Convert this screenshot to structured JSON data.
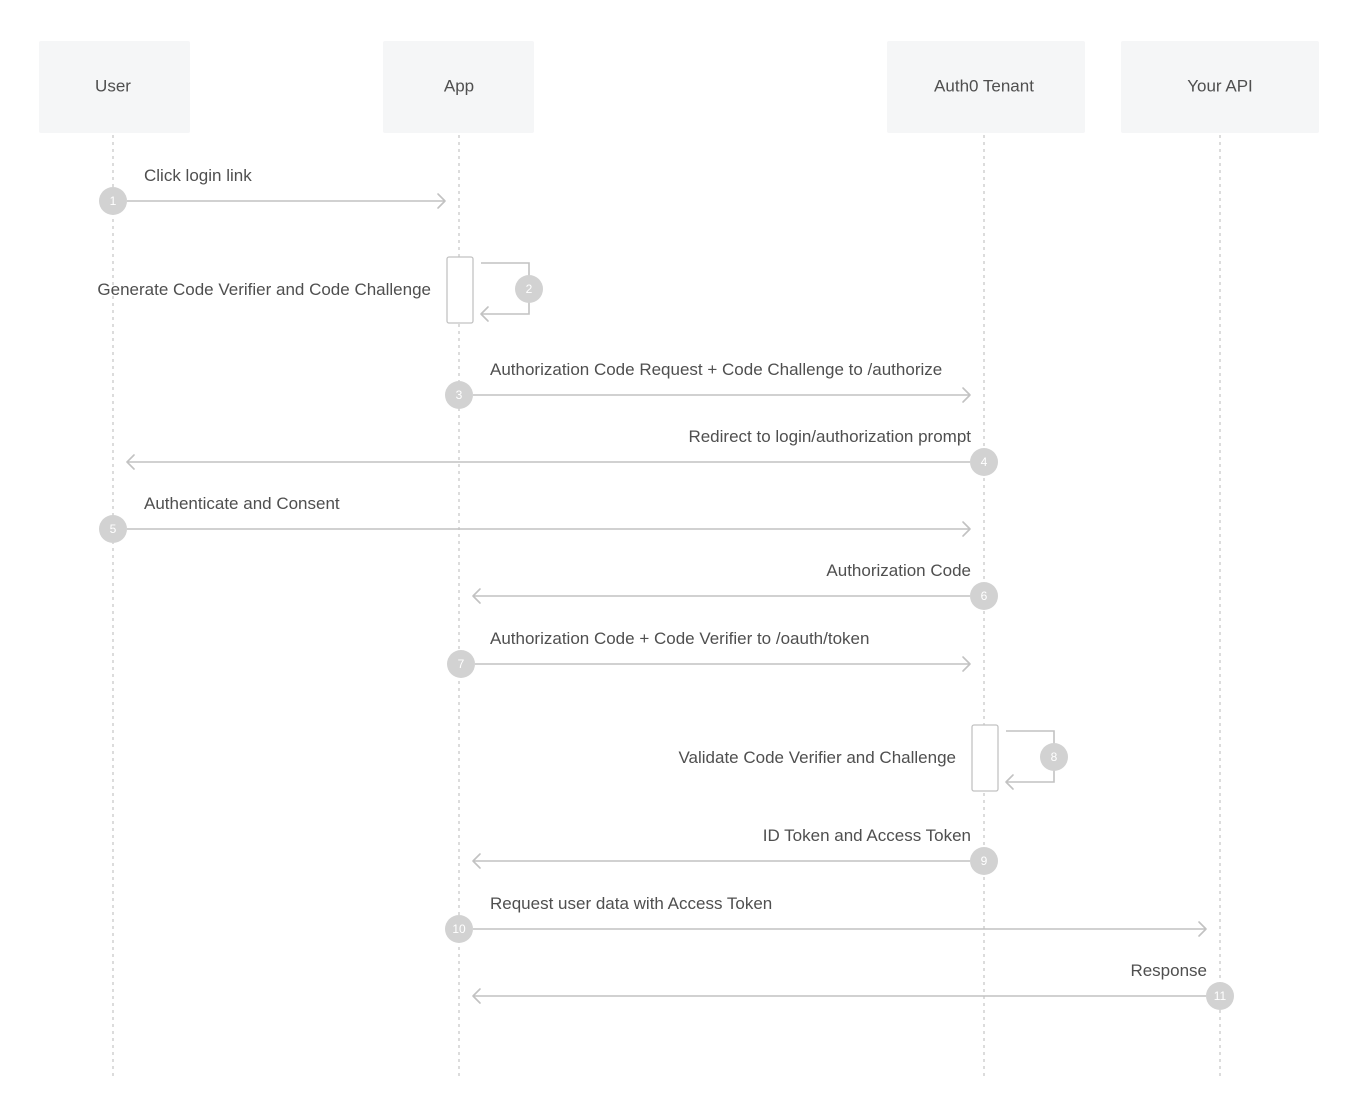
{
  "participants": [
    {
      "id": "user",
      "label": "User"
    },
    {
      "id": "app",
      "label": "App"
    },
    {
      "id": "auth0",
      "label": "Auth0 Tenant"
    },
    {
      "id": "api",
      "label": "Your API"
    }
  ],
  "steps": [
    {
      "number": "1",
      "type": "message",
      "from": "user",
      "to": "app",
      "label": "Click login link"
    },
    {
      "number": "2",
      "type": "self",
      "on": "app",
      "label": "Generate Code Verifier and Code Challenge"
    },
    {
      "number": "3",
      "type": "message",
      "from": "app",
      "to": "auth0",
      "label": "Authorization Code Request + Code Challenge to /authorize"
    },
    {
      "number": "4",
      "type": "message",
      "from": "auth0",
      "to": "user",
      "label": "Redirect to login/authorization prompt"
    },
    {
      "number": "5",
      "type": "message",
      "from": "user",
      "to": "auth0",
      "label": "Authenticate and Consent"
    },
    {
      "number": "6",
      "type": "message",
      "from": "auth0",
      "to": "app",
      "label": "Authorization Code"
    },
    {
      "number": "7",
      "type": "message",
      "from": "app",
      "to": "auth0",
      "label": "Authorization Code + Code Verifier to /oauth/token"
    },
    {
      "number": "8",
      "type": "self",
      "on": "auth0",
      "label": "Validate Code Verifier and Challenge"
    },
    {
      "number": "9",
      "type": "message",
      "from": "auth0",
      "to": "app",
      "label": "ID Token and Access Token"
    },
    {
      "number": "10",
      "type": "message",
      "from": "app",
      "to": "api",
      "label": "Request user data with Access Token"
    },
    {
      "number": "11",
      "type": "message",
      "from": "api",
      "to": "app",
      "label": "Response"
    }
  ]
}
